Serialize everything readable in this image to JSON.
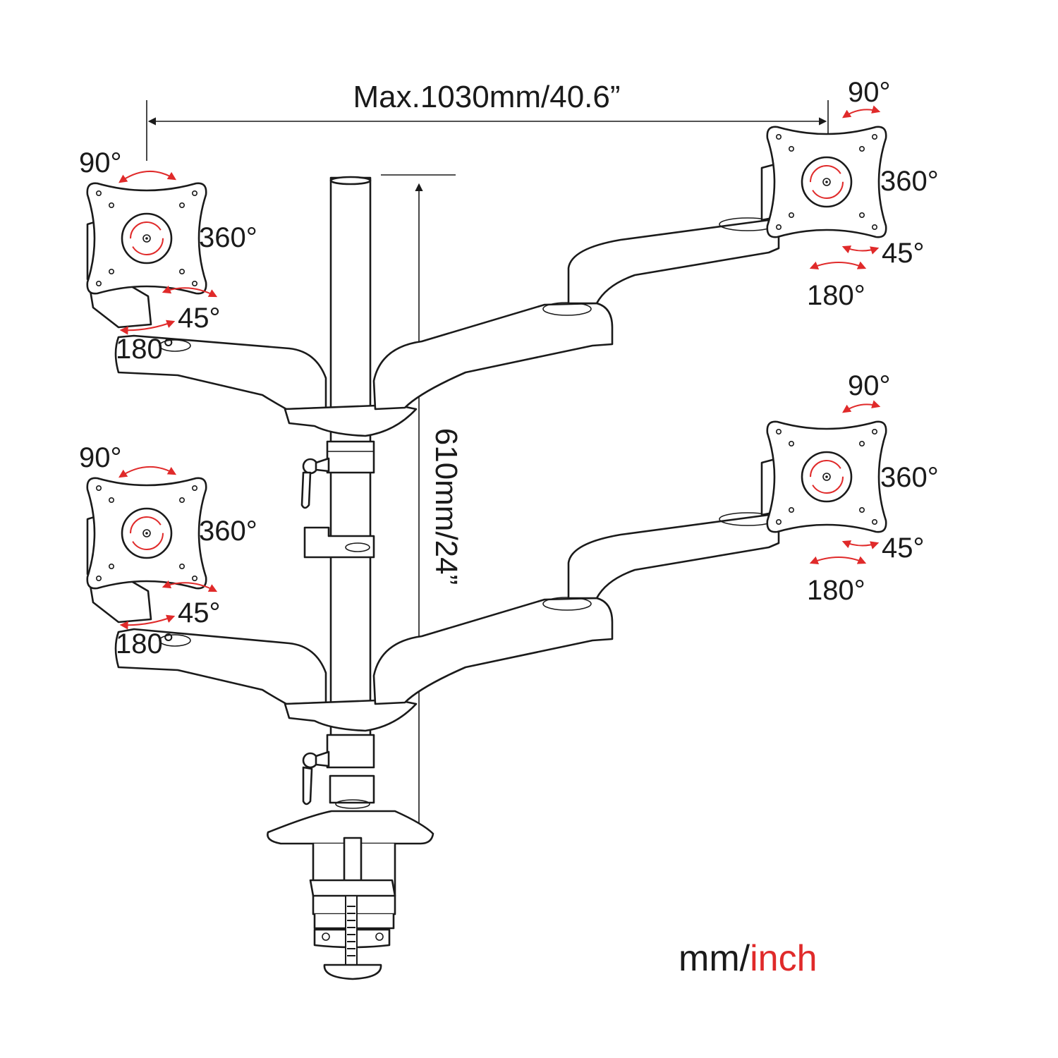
{
  "dimensions": {
    "width_label": "Max.1030mm/40.6”",
    "height_label": "610mm/24”"
  },
  "units": {
    "primary": "mm/",
    "secondary": "inch",
    "secondary_color": "#e02a2a"
  },
  "colors": {
    "line": "#1a1a1a",
    "rotation_arrow": "#e02a2a"
  },
  "heads": [
    {
      "id": "top-left",
      "tilt": "90°",
      "rotate": "360°",
      "swivel_small": "45°",
      "swivel_large": "180°"
    },
    {
      "id": "top-right",
      "tilt": "90°",
      "rotate": "360°",
      "swivel_small": "45°",
      "swivel_large": "180°"
    },
    {
      "id": "bottom-left",
      "tilt": "90°",
      "rotate": "360°",
      "swivel_small": "45°",
      "swivel_large": "180°"
    },
    {
      "id": "bottom-right",
      "tilt": "90°",
      "rotate": "360°",
      "swivel_small": "45°",
      "swivel_large": "180°"
    }
  ]
}
